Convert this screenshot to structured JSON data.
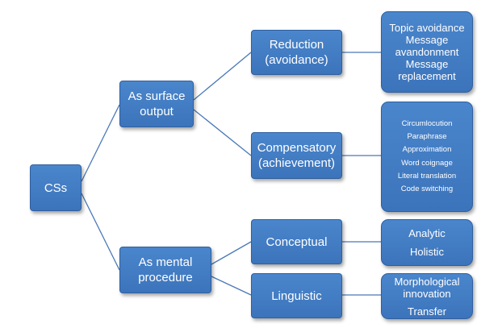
{
  "root": {
    "label": "CSs"
  },
  "surface": {
    "line1": "As surface",
    "line2": "output"
  },
  "mental": {
    "line1": "As mental",
    "line2": "procedure"
  },
  "reduction": {
    "line1": "Reduction",
    "line2": "(avoidance)",
    "items": [
      "Topic avoidance",
      "Message",
      "avandonment",
      "Message",
      "replacement"
    ]
  },
  "compensatory": {
    "line1": "Compensatory",
    "line2": "(achievement)",
    "items": [
      "Circumlocution",
      "Paraphrase",
      "Approximation",
      "Word coignage",
      "Literal translation",
      "Code switching"
    ]
  },
  "conceptual": {
    "label": "Conceptual",
    "items": [
      "Analytic",
      "Holistic"
    ]
  },
  "linguistic": {
    "label": "Linguistic",
    "items": [
      "Morphological",
      "innovation",
      "Transfer"
    ]
  },
  "colors": {
    "box": "#3c74bb",
    "border": "#2f5f9e",
    "line": "#4a78b8",
    "text": "#ffffff"
  }
}
